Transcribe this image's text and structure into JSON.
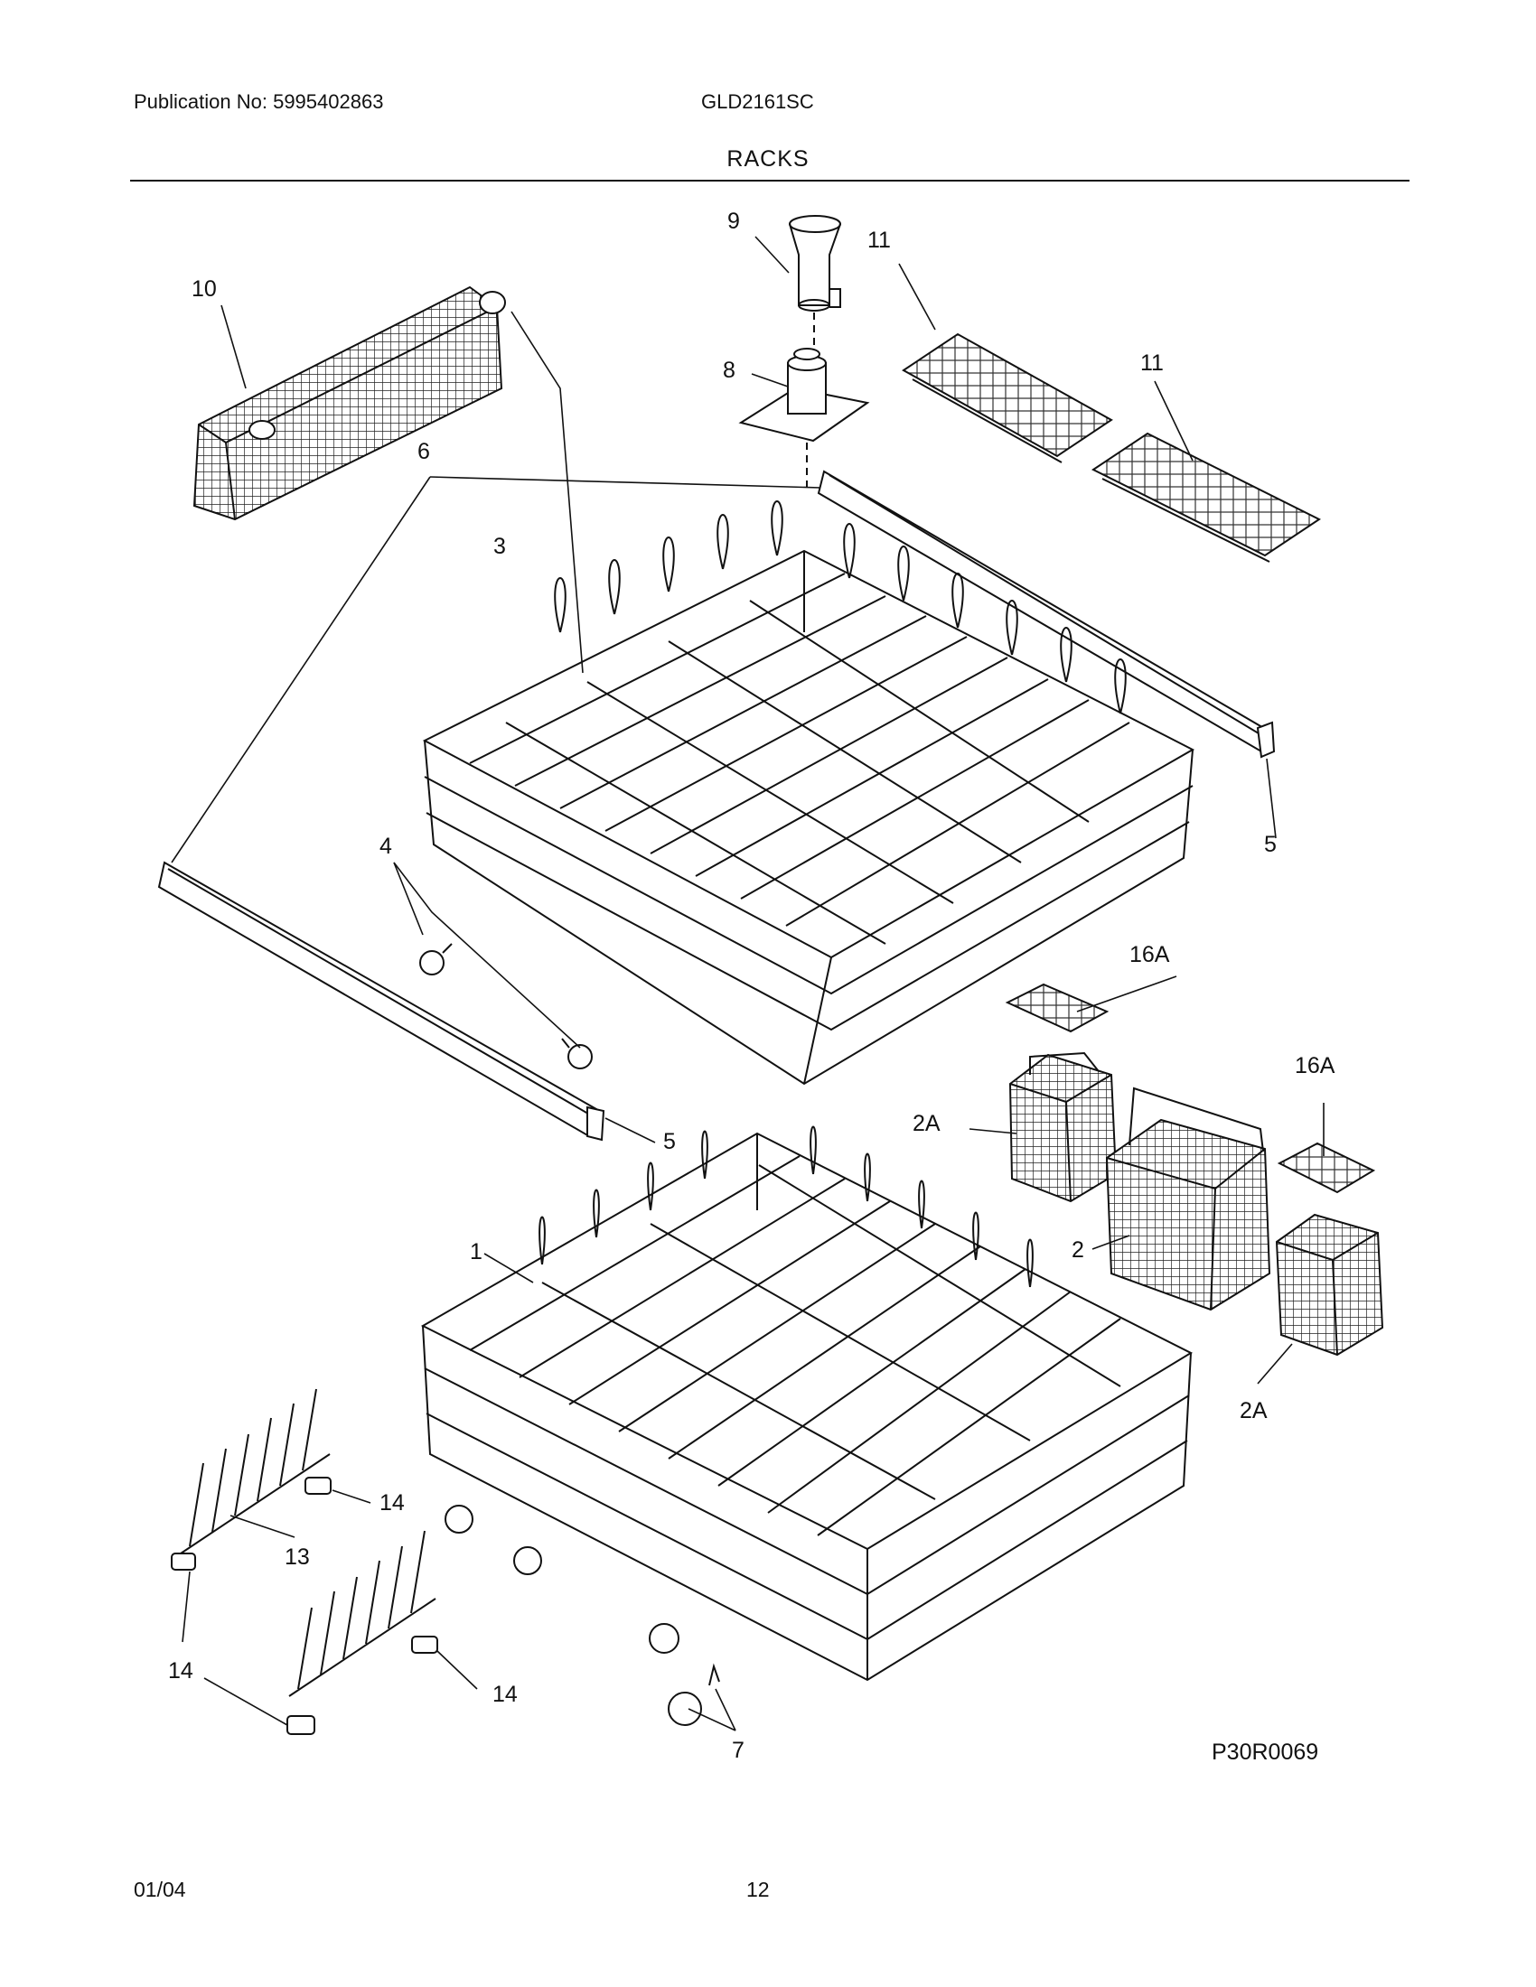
{
  "header": {
    "publication": "Publication No: 5995402863",
    "model": "GLD2161SC",
    "section_title": "RACKS"
  },
  "diagram": {
    "drawing_code": "P30R0069",
    "callouts": {
      "c10": "10",
      "c9": "9",
      "c11a": "11",
      "c8": "8",
      "c11b": "11",
      "c6": "6",
      "c3": "3",
      "c5a": "5",
      "c4": "4",
      "c16a1": "16A",
      "c16a2": "16A",
      "c2a1": "2A",
      "c5b": "5",
      "c2": "2",
      "c1": "1",
      "c2a2": "2A",
      "c14a": "14",
      "c13": "13",
      "c14b": "14",
      "c14c": "14",
      "c7": "7"
    }
  },
  "footer": {
    "date": "01/04",
    "page_number": "12"
  }
}
